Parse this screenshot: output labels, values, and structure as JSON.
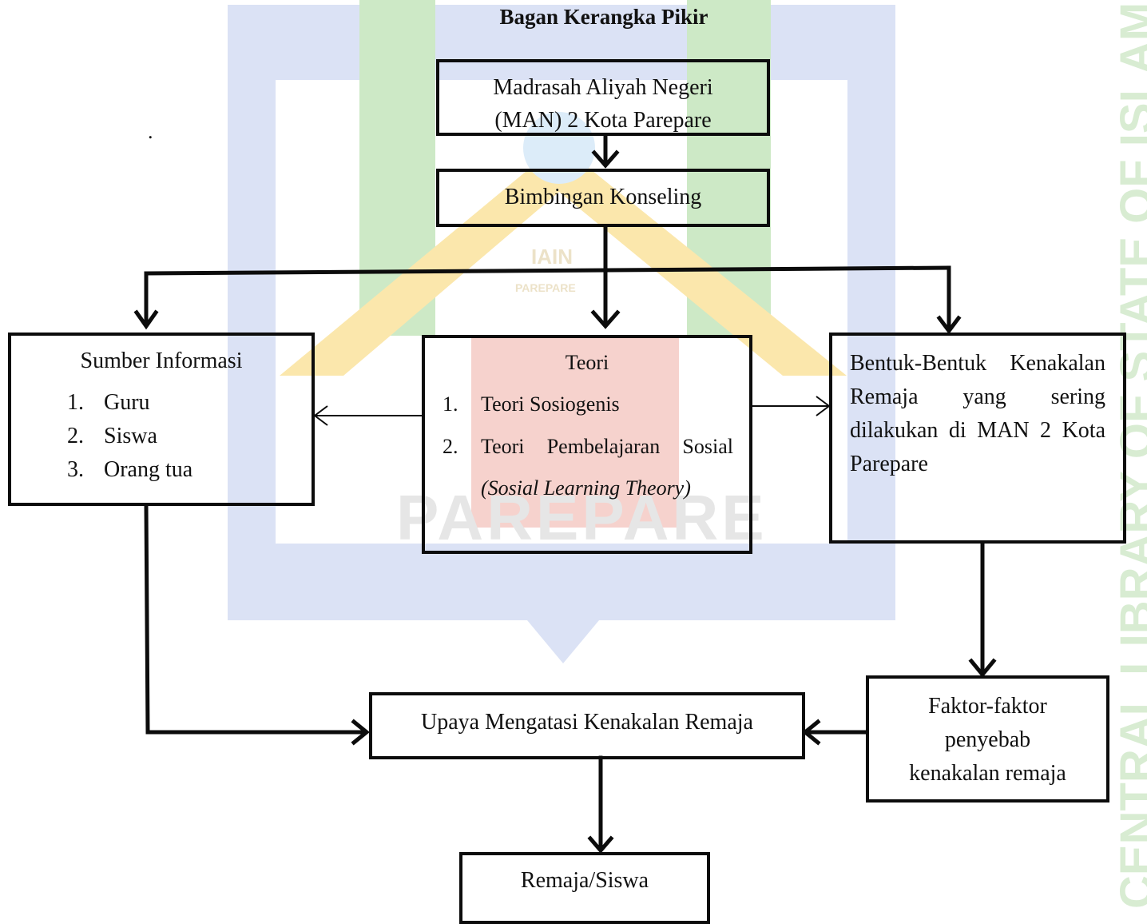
{
  "title": "Bagan Kerangka Pikir",
  "dot": ".",
  "colors": {
    "wm_green": "#c9e7c3",
    "wm_blue": "#d7dff4",
    "wm_yellow": "#fbe9b0",
    "wm_red": "#f5d3cf"
  },
  "watermark": {
    "side_text": "CENTRAL LIBRARY OF STATE OF ISLAMIC",
    "brand": "PAREPARE",
    "small_logo_text": "IAIN",
    "small_logo_sub": "PAREPARE"
  },
  "boxes": {
    "man": {
      "line1": "Madrasah Aliyah Negeri",
      "line2": "(MAN) 2 Kota Parepare"
    },
    "bk": {
      "label": "Bimbingan Konseling"
    },
    "sumber": {
      "title": "Sumber Informasi",
      "items": [
        {
          "num": "1.",
          "text": "Guru"
        },
        {
          "num": "2.",
          "text": "Siswa"
        },
        {
          "num": "3.",
          "text": "Orang tua"
        }
      ]
    },
    "teori": {
      "title": "Teori",
      "items": [
        {
          "num": "1.",
          "text": "Teori Sosiogenis"
        },
        {
          "num": "2.",
          "text": "Teori Pembelajaran Sosial"
        }
      ],
      "italic_note": "(Sosial Learning Theory)"
    },
    "bentuk": {
      "line1": "Bentuk-Bentuk Kenakalan",
      "line2": "Remaja yang sering",
      "line3": "dilakukan di MAN 2 Kota",
      "line4": "Parepare"
    },
    "faktor": {
      "line1": "Faktor-faktor",
      "line2": "penyebab",
      "line3": "kenakalan remaja"
    },
    "upaya": {
      "label": "Upaya Mengatasi Kenakalan Remaja"
    },
    "remaja": {
      "label": "Remaja/Siswa"
    }
  }
}
